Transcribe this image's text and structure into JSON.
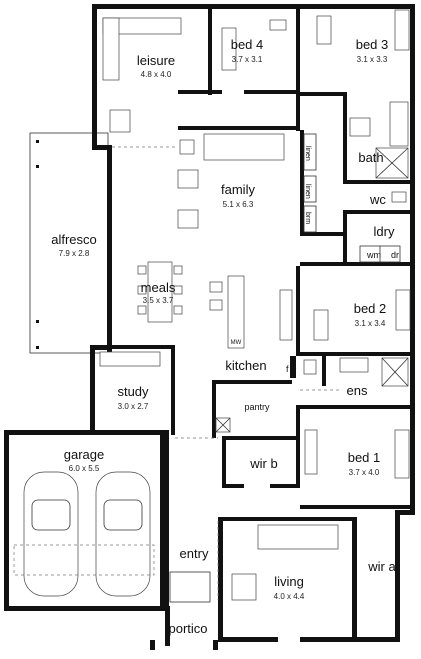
{
  "rooms": {
    "leisure": {
      "name": "leisure",
      "dim": "4.8 x 4.0"
    },
    "bed4": {
      "name": "bed 4",
      "dim": "3.7 x 3.1"
    },
    "bed3": {
      "name": "bed 3",
      "dim": "3.1 x 3.3"
    },
    "bath": {
      "name": "bath"
    },
    "wc": {
      "name": "wc"
    },
    "ldry": {
      "name": "ldry"
    },
    "family": {
      "name": "family",
      "dim": "5.1 x 6.3"
    },
    "alfresco": {
      "name": "alfresco",
      "dim": "7.9 x 2.8"
    },
    "meals": {
      "name": "meals",
      "dim": "3.5 x 3.7"
    },
    "bed2": {
      "name": "bed 2",
      "dim": "3.1 x 3.4"
    },
    "kitchen": {
      "name": "kitchen"
    },
    "ens": {
      "name": "ens"
    },
    "study": {
      "name": "study",
      "dim": "3.0 x 2.7"
    },
    "pantry": {
      "name": "pantry"
    },
    "garage": {
      "name": "garage",
      "dim": "6.0 x 5.5"
    },
    "wirb": {
      "name": "wir b"
    },
    "bed1": {
      "name": "bed 1",
      "dim": "3.7 x 4.0"
    },
    "entry": {
      "name": "entry"
    },
    "living": {
      "name": "living",
      "dim": "4.0 x 4.4"
    },
    "wira": {
      "name": "wir a"
    },
    "portico": {
      "name": "portico"
    }
  },
  "labels": {
    "linen1": "linen",
    "linen2": "linen",
    "brm": "brm",
    "wm": "wm",
    "dr": "dr",
    "mw": "MW",
    "fridge": "f"
  }
}
